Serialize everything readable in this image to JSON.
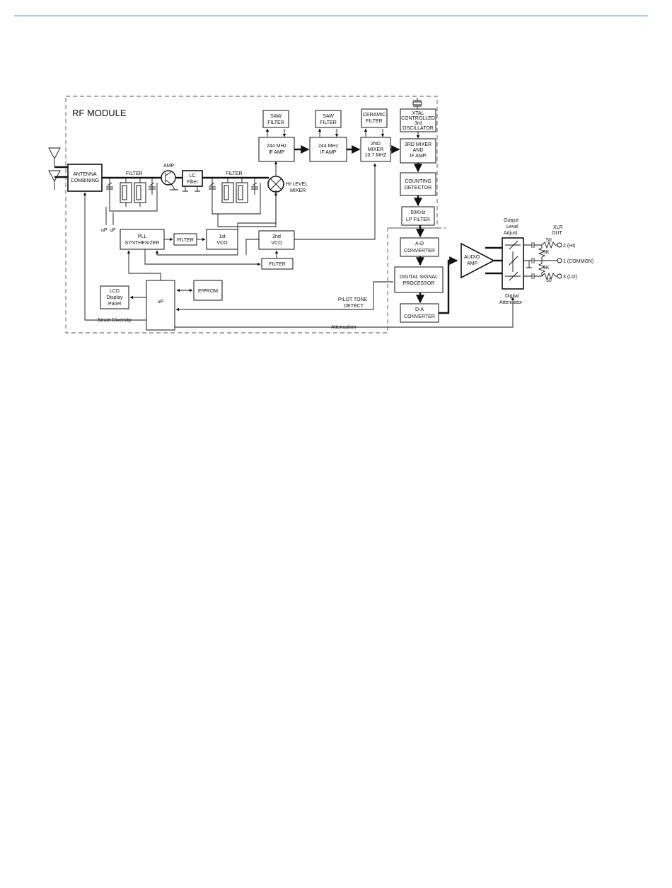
{
  "diagram": {
    "title": "RF MODULE",
    "blocks": {
      "antenna_combining": [
        "ANTENNA",
        "COMBINING"
      ],
      "amp": "AMP",
      "lc_filter": [
        "LC",
        "Filter"
      ],
      "filter_1": "FILTER",
      "filter_2": "FILTER",
      "hi_level_mixer": [
        "HI-LEVEL",
        "MIXER"
      ],
      "saw_filter_1": [
        "SAW",
        "FILTER"
      ],
      "saw_filter_2": [
        "SAW",
        "FILTER"
      ],
      "ceramic_filter": [
        "CERAMIC",
        "FILTER"
      ],
      "xtal_oscillator": [
        "XTAL",
        "CONTROLLED",
        "3rd",
        "OSCILLATOR"
      ],
      "if_amp_1": [
        "244 MHz",
        "IF AMP"
      ],
      "if_amp_2": [
        "244 MHz",
        "IF AMP"
      ],
      "second_mixer": [
        "2ND",
        "MIXER",
        "10.7 MHZ"
      ],
      "third_mixer": [
        "3RD MIXER",
        "AND",
        "IF AMP"
      ],
      "counting_detector": [
        "COUNTING",
        "DETECTOR"
      ],
      "lp_filter": [
        "50KHz",
        "LP FILTER"
      ],
      "pll_synthesizer": [
        "PLL",
        "SYNTHESIZER"
      ],
      "pll_filter": "FILTER",
      "vco_1": [
        "1st",
        "VCO"
      ],
      "vco_2": [
        "2nd",
        "VCO"
      ],
      "vco2_filter": "FILTER",
      "lcd_panel": [
        "LCD",
        "Display",
        "Panel"
      ],
      "up": "uP",
      "eeprom": "E²PROM",
      "ad_converter": [
        "A-D",
        "CONVERTER"
      ],
      "dsp": [
        "DIGITAL SIGNAL",
        "PROCESSOR"
      ],
      "da_converter": [
        "D-A",
        "CONVERTER"
      ],
      "audio_amp": [
        "AUDIO",
        "AMP"
      ],
      "output_level_adjust": [
        "Output",
        "Level",
        "Adjust"
      ],
      "digital_attenuator": [
        "Digital",
        "Attenuator"
      ],
      "xlr_out": [
        "XLR",
        "OUT"
      ]
    },
    "signals": {
      "up_a": "uP",
      "up_b": "uP",
      "pilot_tone": [
        "PILOT TONE",
        "DETECT"
      ],
      "smart_diversity": "Smart Diversity",
      "attenuation": "Attenuation"
    },
    "outputs": {
      "r_hi": "50",
      "r_5k_a": "5K",
      "r_5k_b": "5K",
      "r_lo": "50",
      "pin_hi": "2 (HI)",
      "pin_common": "1 (COMMON)",
      "pin_lo": "3 (LO)"
    }
  }
}
